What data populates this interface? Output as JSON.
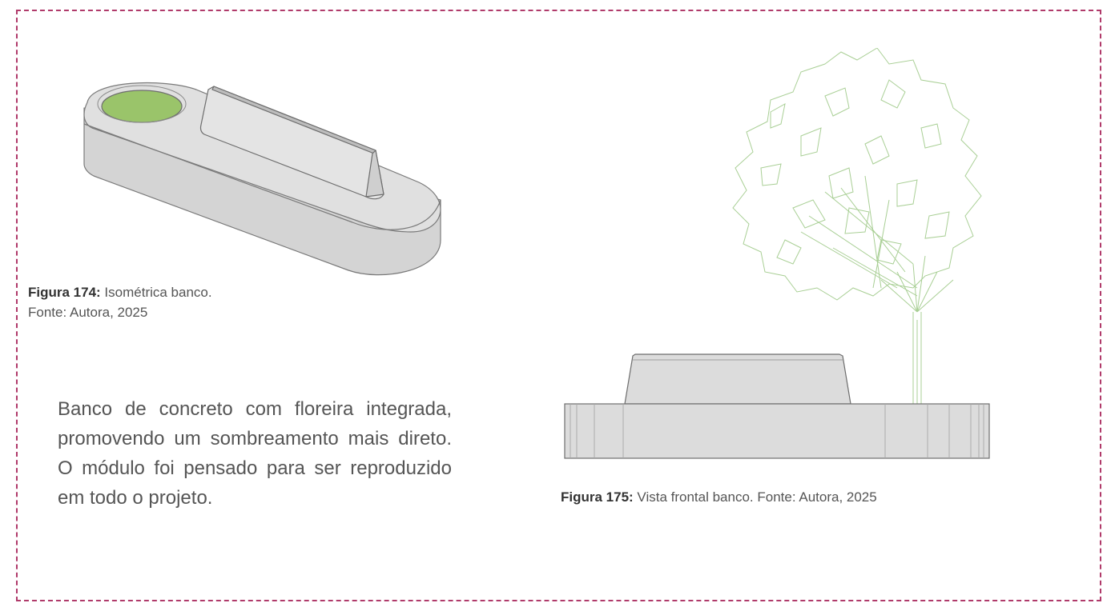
{
  "captions": {
    "figure174_label": "Figura 174:",
    "figure174_text": " Isométrica banco.",
    "figure174_source": "Fonte: Autora, 2025",
    "figure175_label": "Figura 175:",
    "figure175_text": " Vista frontal banco. Fonte: Autora, 2025"
  },
  "body_text": "Banco de concreto com floreira integrada, promovendo um sombreamento mais direto. O módulo foi pensado para ser reproduzido em todo o projeto.",
  "colors": {
    "frame": "#b03a6a",
    "concrete": "#dcdcdc",
    "planter_soil": "#9ac46a",
    "tree_line": "#a9cf95"
  }
}
